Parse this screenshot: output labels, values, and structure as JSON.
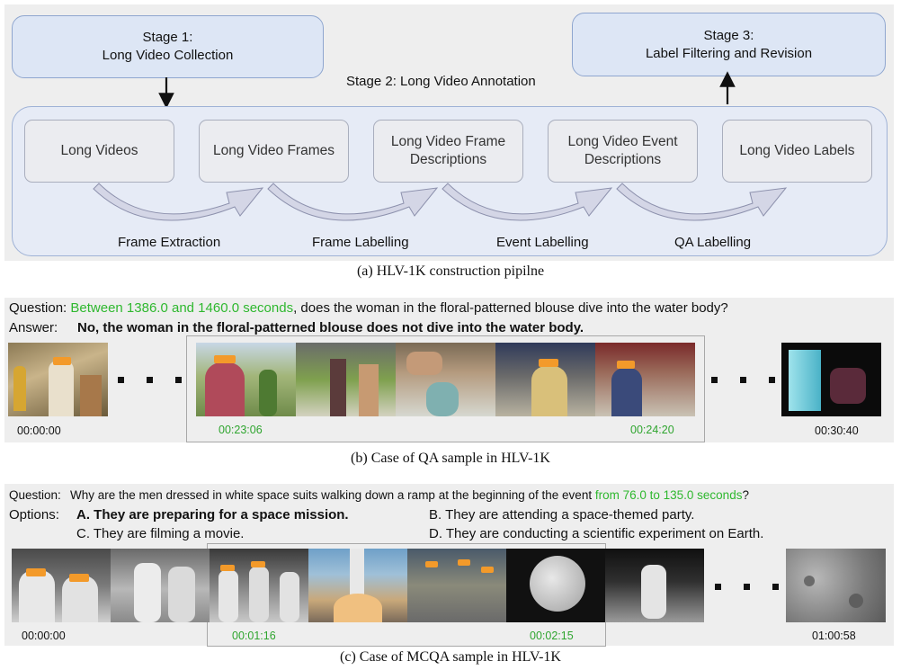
{
  "panel_a": {
    "stage1": {
      "line1": "Stage 1:",
      "line2": "Long Video Collection"
    },
    "stage2": "Stage 2: Long Video Annotation",
    "stage3": {
      "line1": "Stage 3:",
      "line2": "Label Filtering and Revision"
    },
    "nodes": [
      {
        "line1": "Long Videos",
        "line2": ""
      },
      {
        "line1": "Long Video Frames",
        "line2": ""
      },
      {
        "line1": "Long Video Frame",
        "line2": "Descriptions"
      },
      {
        "line1": "Long Video Event",
        "line2": "Descriptions"
      },
      {
        "line1": "Long Video Labels",
        "line2": ""
      }
    ],
    "steps": [
      "Frame  Extraction",
      "Frame  Labelling",
      "Event Labelling",
      "QA  Labelling"
    ],
    "caption": "(a) HLV-1K construction pipilne"
  },
  "panel_b": {
    "question_label": "Question:",
    "question_highlight": "Between 1386.0 and 1460.0 seconds",
    "question_rest": ", does the woman in the floral-patterned blouse dive into the water body?",
    "answer_label": "Answer:",
    "answer_text": "No, the woman in the floral-patterned blouse does not dive into the water body.",
    "timestamps": {
      "start": "00:00:00",
      "seg_start": "00:23:06",
      "seg_end": "00:24:20",
      "end": "00:30:40"
    },
    "caption": "(b) Case of QA sample in HLV-1K"
  },
  "panel_c": {
    "question_label": "Question:",
    "question_text": "Why are the men dressed in white space suits walking down a ramp at the beginning of the event ",
    "question_highlight": "from 76.0 to 135.0 seconds",
    "question_end": "?",
    "options_label": "Options:",
    "option_a": "A. They are preparing for a space mission.",
    "option_b": "B. They are attending a space-themed party.",
    "option_c": "C. They are filming a movie.",
    "option_d": "D. They are conducting a scientific experiment on Earth.",
    "timestamps": {
      "start": "00:00:00",
      "seg_start": "00:01:16",
      "seg_end": "00:02:15",
      "end": "01:00:58"
    },
    "caption": "(c) Case of MCQA sample in HLV-1K"
  },
  "colors": {
    "highlight": "#2fb82f",
    "stage_fill": "#dde6f5",
    "panel_bg": "#eeeeee"
  }
}
